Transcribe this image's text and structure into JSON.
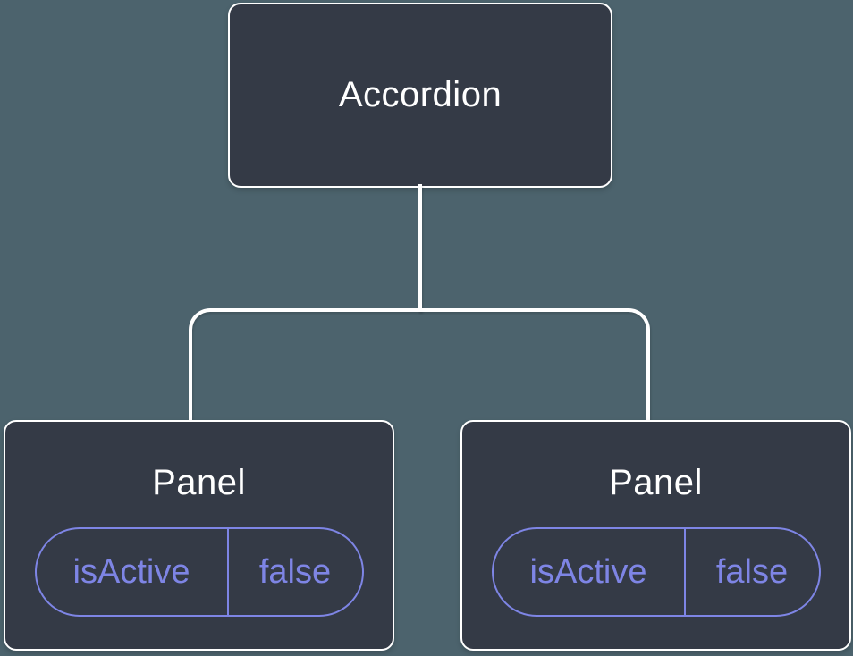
{
  "diagram": {
    "title": "component-tree",
    "root": {
      "label": "Accordion"
    },
    "children": [
      {
        "label": "Panel",
        "state": {
          "key": "isActive",
          "value": "false"
        }
      },
      {
        "label": "Panel",
        "state": {
          "key": "isActive",
          "value": "false"
        }
      }
    ],
    "colors": {
      "background": "#4C636D",
      "node_fill": "#343A46",
      "node_border": "#FFFFFF",
      "node_text": "#FFFFFF",
      "connector": "#FFFFFF",
      "state_accent": "#7E85E5"
    }
  }
}
